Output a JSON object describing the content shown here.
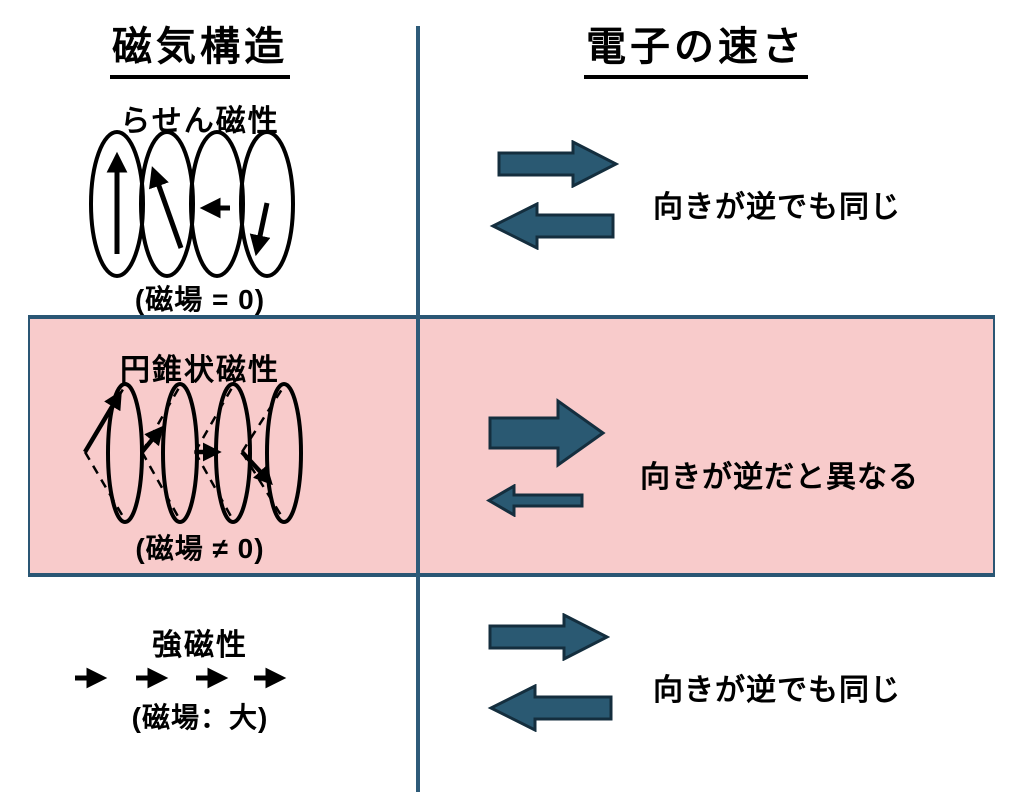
{
  "slide": {
    "type": "comparison-diagram",
    "left_column_header": "磁気構造",
    "right_column_header": "電子の速さ"
  },
  "colors": {
    "arrow_fill": "#2A5972",
    "arrow_outline": "#142E3E",
    "highlight_pink": "#F8CBCB",
    "band_border_teal": "#2A5674",
    "divider_teal": "#2E5B79",
    "text": "#000000",
    "spin_drawing": "#000000"
  },
  "rows": [
    {
      "name": "helical",
      "label": "らせん磁性",
      "field": "(磁場 = 0)",
      "statement": "向きが逆でも同じ",
      "highlighted": false,
      "diagram": "four-ellipses-with-rotating-spin-arrows",
      "arrow_icons": [
        "thick-right-arrow",
        "thick-left-arrow"
      ]
    },
    {
      "name": "conical",
      "label": "円錐状磁性",
      "field": "(磁場 ≠ 0)",
      "statement": "向きが逆だと異なる",
      "highlighted": true,
      "diagram": "four-cones-with-dashed-edges-and-spin-arrows",
      "arrow_icons": [
        "large-right-arrow",
        "small-left-arrow"
      ]
    },
    {
      "name": "ferromagnetic",
      "label": "強磁性",
      "field": "(磁場：大)",
      "statement": "向きが逆でも同じ",
      "highlighted": false,
      "diagram": "four-parallel-right-arrows",
      "arrow_icons": [
        "thick-right-arrow",
        "thick-left-arrow"
      ]
    }
  ]
}
